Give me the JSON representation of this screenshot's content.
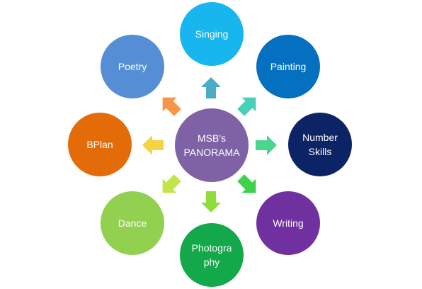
{
  "diagram": {
    "center": {
      "line1": "MSB's",
      "line2": "PANORAMA",
      "color": "#7f62a5"
    },
    "nodes": [
      {
        "id": "singing",
        "label_lines": [
          "Singing"
        ],
        "color": "#17b6ef"
      },
      {
        "id": "painting",
        "label_lines": [
          "Painting"
        ],
        "color": "#0570c0"
      },
      {
        "id": "number-skills",
        "label_lines": [
          "Number",
          "Skills"
        ],
        "color": "#0c2465"
      },
      {
        "id": "writing",
        "label_lines": [
          "Writing"
        ],
        "color": "#7030a0"
      },
      {
        "id": "photography",
        "label_lines": [
          "Photogra",
          "phy"
        ],
        "color": "#13a84a"
      },
      {
        "id": "dance",
        "label_lines": [
          "Dance"
        ],
        "color": "#92d050"
      },
      {
        "id": "bplan",
        "label_lines": [
          "BPlan"
        ],
        "color": "#e36c09"
      },
      {
        "id": "poetry",
        "label_lines": [
          "Poetry"
        ],
        "color": "#558ed5"
      }
    ],
    "arrow_colors": [
      "#4bacc6",
      "#4bd0b8",
      "#4bd68e",
      "#3ed149",
      "#8fdc3b",
      "#c2e64a",
      "#f5d443",
      "#f79646"
    ]
  }
}
